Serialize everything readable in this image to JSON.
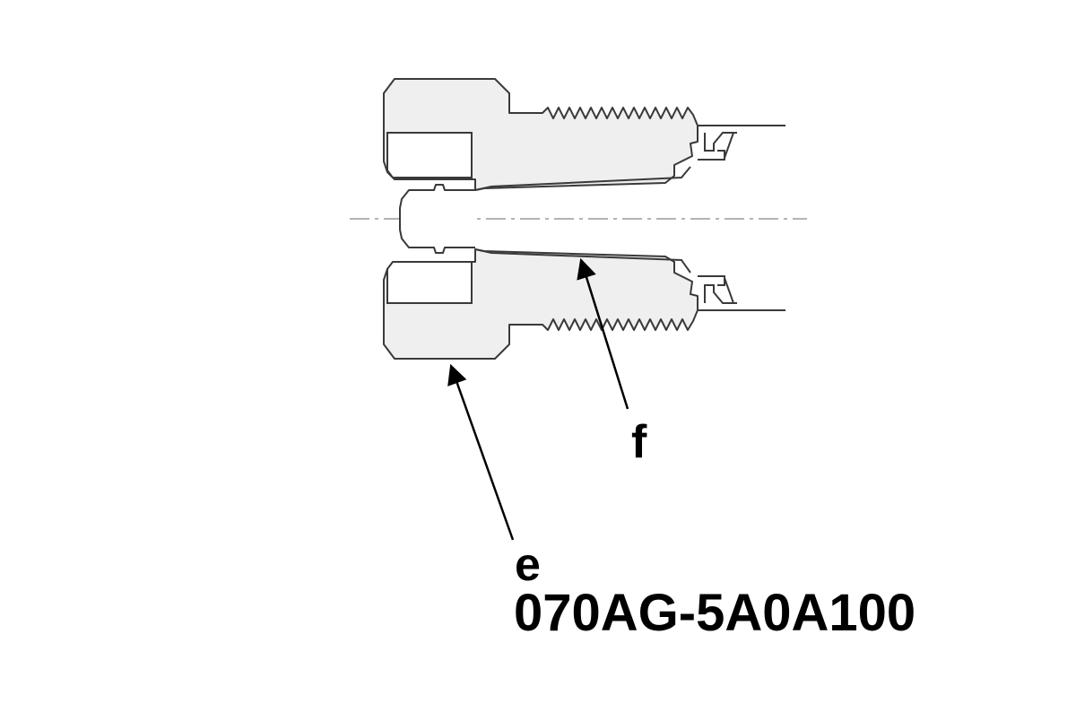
{
  "labels": {
    "f": "f",
    "e": "e",
    "part_number": "070AG-5A0A100"
  },
  "colors": {
    "fill": "#efefef",
    "stroke": "#3a3a3a",
    "arrow": "#000000",
    "centerline": "#9a9a9a"
  }
}
